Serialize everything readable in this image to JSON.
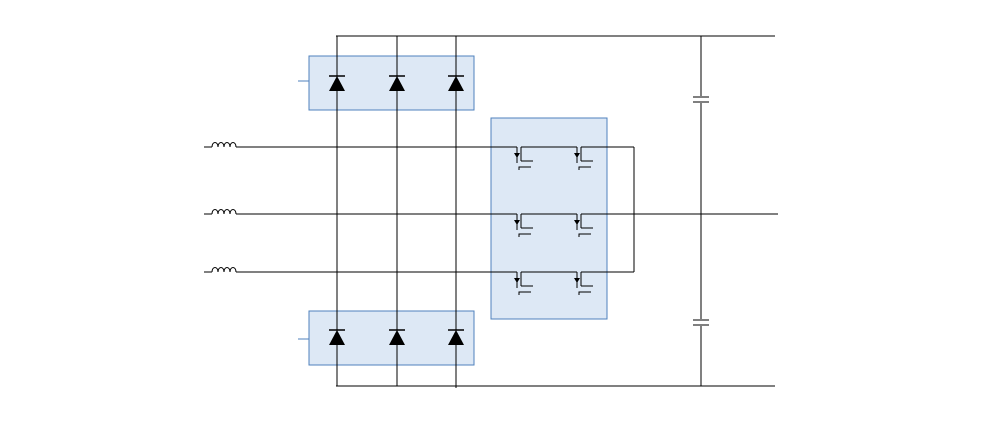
{
  "diagram": {
    "type": "three-phase-rectifier-circuit",
    "colors": {
      "wire": "#000000",
      "box_fill": "#dde8f5",
      "box_stroke": "#4f81bd",
      "background": "#ffffff"
    },
    "components": {
      "upper_diode_group": {
        "count": 3,
        "icon": "diode-icon"
      },
      "lower_diode_group": {
        "count": 3,
        "icon": "diode-icon"
      },
      "switch_matrix": {
        "rows": 3,
        "cols": 2,
        "icon": "mosfet-icon"
      },
      "input_inductors": {
        "count": 3,
        "icon": "inductor-icon"
      },
      "dc_capacitors": {
        "count": 2,
        "icon": "capacitor-icon"
      }
    }
  }
}
